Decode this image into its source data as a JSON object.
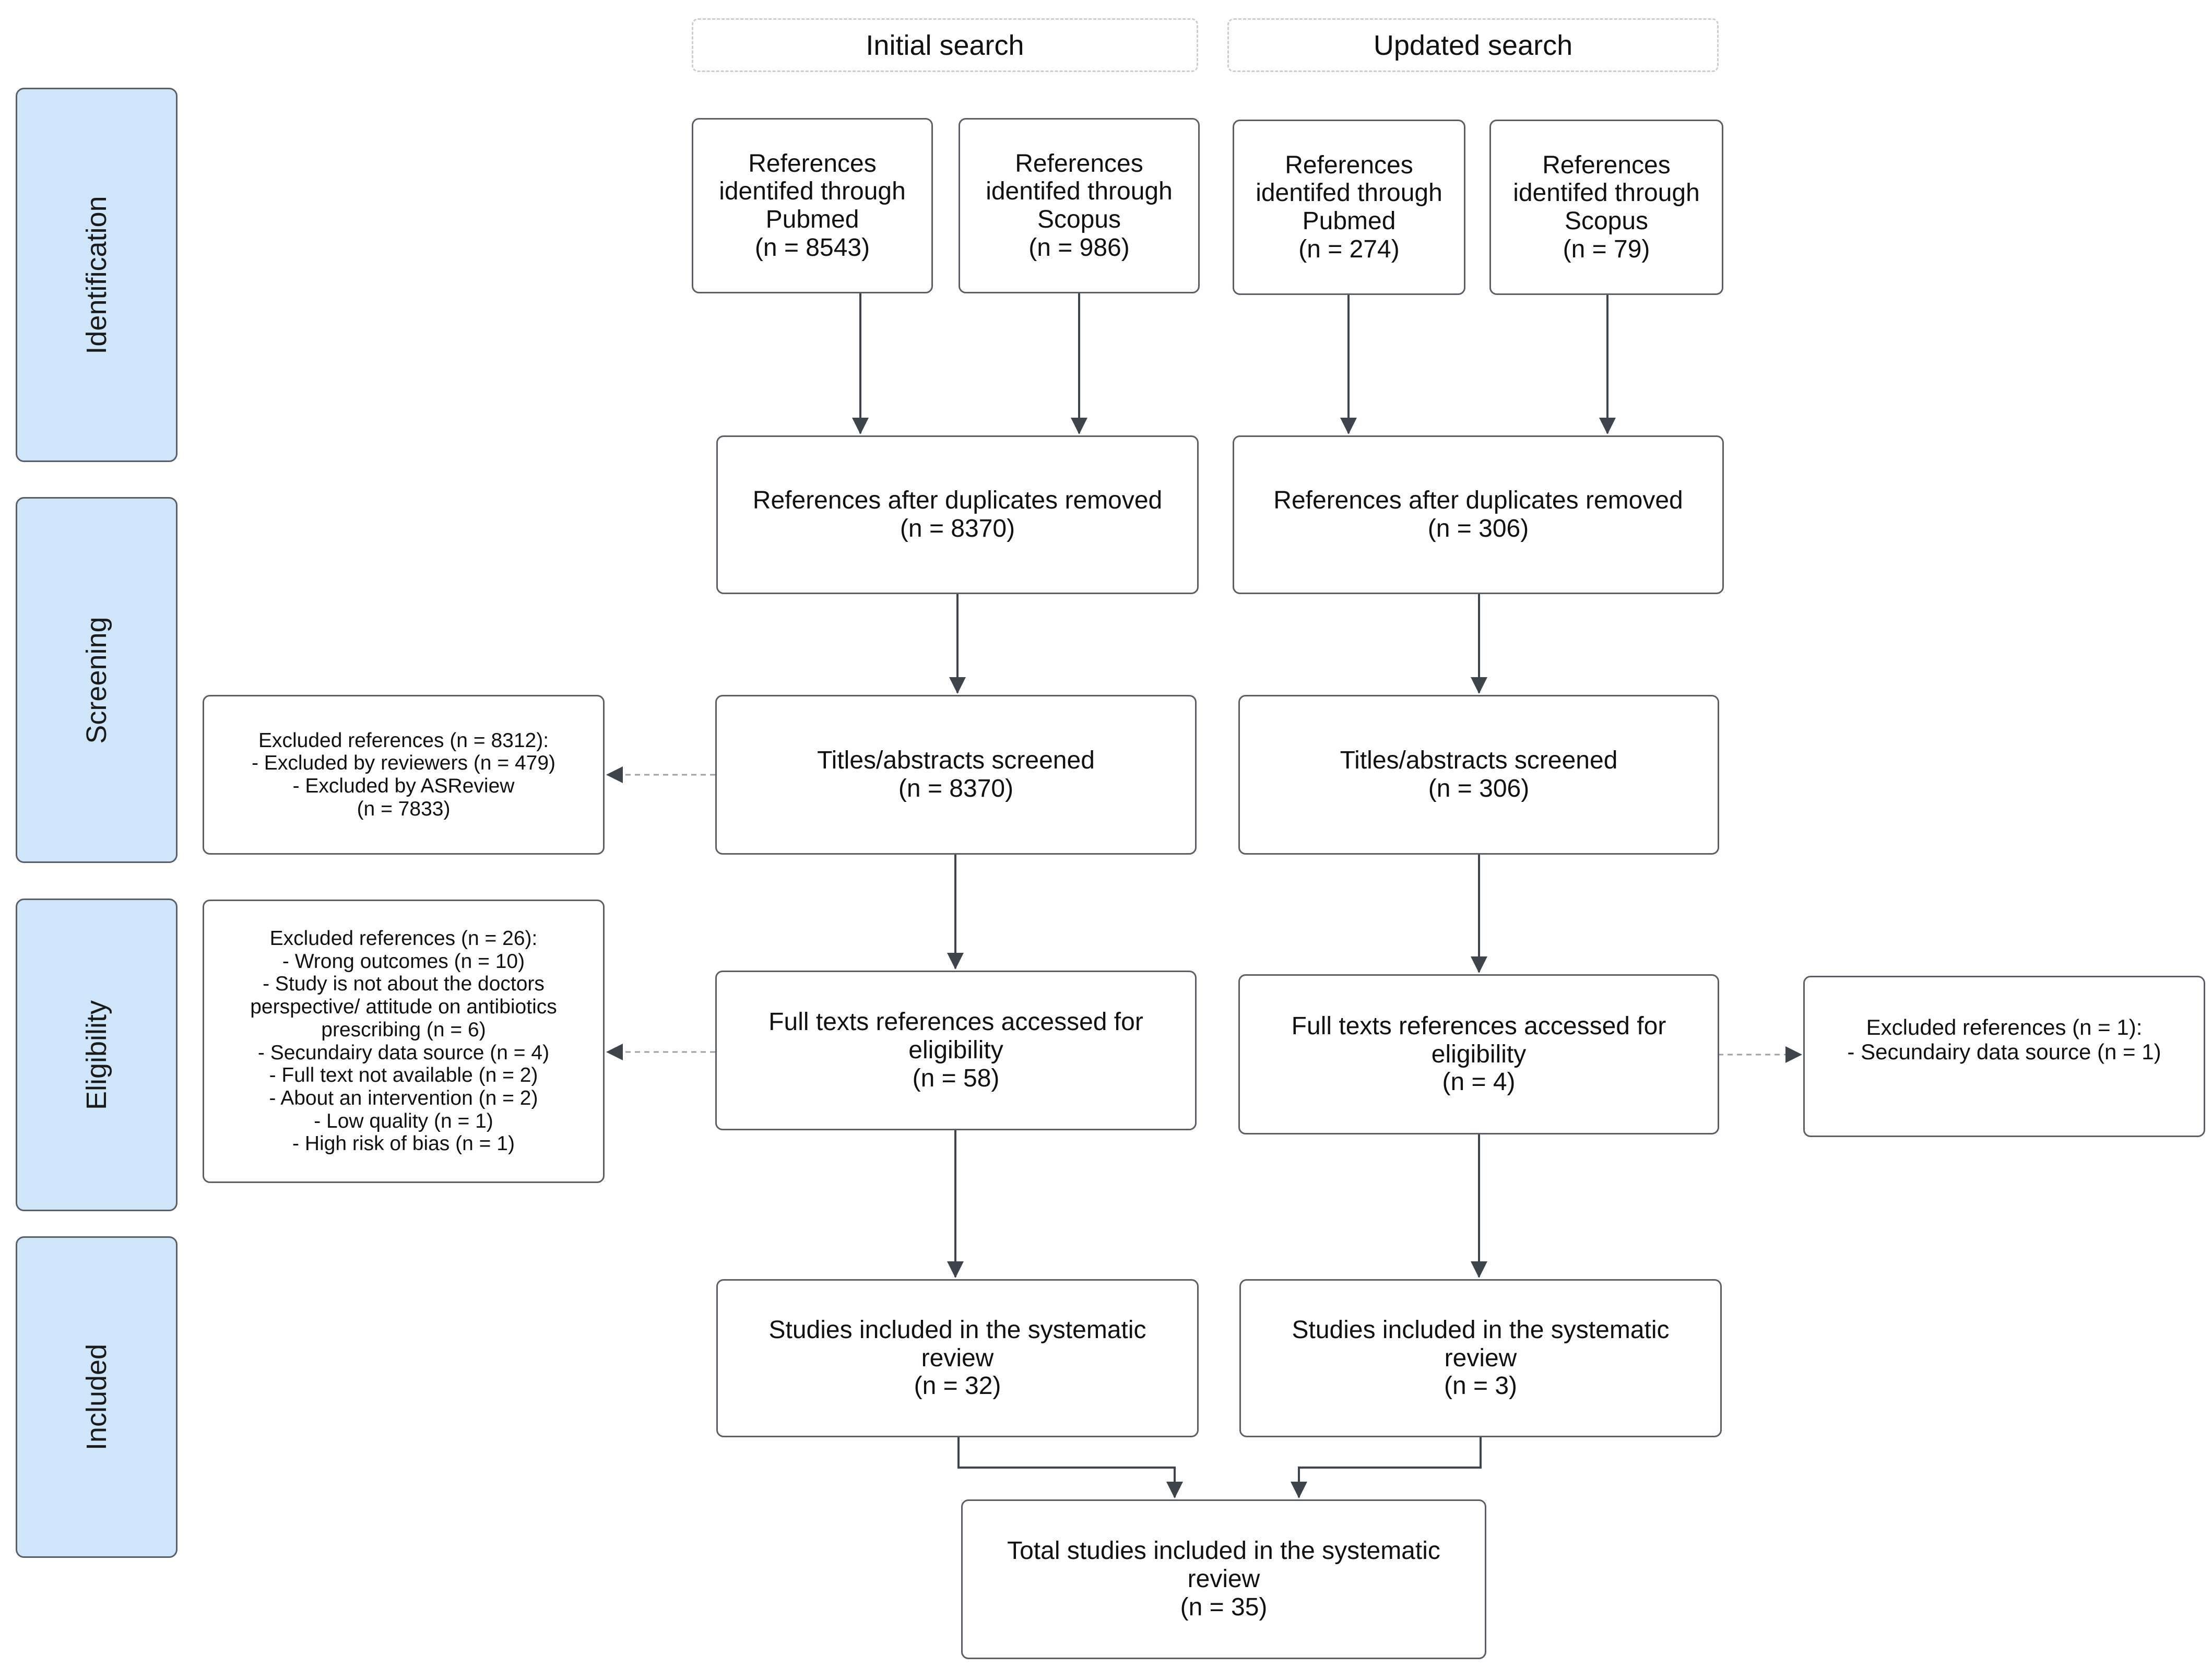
{
  "headers": {
    "initial": "Initial search",
    "updated": "Updated search"
  },
  "phases": {
    "identification": "Identification",
    "screening": "Screening",
    "eligibility": "Eligibility",
    "included": "Included"
  },
  "initial": {
    "pubmed": [
      "References",
      "identifed through",
      "Pubmed",
      "(n = 8543)"
    ],
    "scopus": [
      "References",
      "identifed through",
      "Scopus",
      "(n = 986)"
    ],
    "dedup": [
      "References after duplicates removed",
      "(n = 8370)"
    ],
    "screened": [
      "Titles/abstracts screened",
      "(n = 8370)"
    ],
    "fulltext": [
      "Full texts references accessed for",
      "eligibility",
      "(n = 58)"
    ],
    "included": [
      "Studies included in the systematic",
      "review",
      "(n = 32)"
    ],
    "excluded_screening": [
      "Excluded references (n = 8312):",
      "- Excluded by reviewers (n = 479)",
      "- Excluded by ASReview",
      "(n = 7833)"
    ],
    "excluded_eligibility": [
      "Excluded references (n = 26):",
      "- Wrong outcomes (n = 10)",
      "- Study is not about the doctors",
      "perspective/ attitude on antibiotics",
      "prescribing (n = 6)",
      "- Secundairy data source (n = 4)",
      "- Full text not available (n = 2)",
      "- About an intervention (n = 2)",
      "- Low quality (n = 1)",
      "- High risk of bias (n = 1)"
    ]
  },
  "updated": {
    "pubmed": [
      "References",
      "identifed through",
      "Pubmed",
      "(n = 274)"
    ],
    "scopus": [
      "References",
      "identifed through",
      "Scopus",
      "(n = 79)"
    ],
    "dedup": [
      "References after duplicates removed",
      "(n = 306)"
    ],
    "screened": [
      "Titles/abstracts screened",
      "(n = 306)"
    ],
    "fulltext": [
      "Full texts references accessed for",
      "eligibility",
      "(n = 4)"
    ],
    "included": [
      "Studies included in the systematic",
      "review",
      "(n = 3)"
    ],
    "excluded_eligibility": [
      "Excluded references (n = 1):",
      "- Secundairy data source (n = 1)"
    ]
  },
  "total": [
    "Total studies included in the systematic",
    "review",
    "(n = 35)"
  ]
}
